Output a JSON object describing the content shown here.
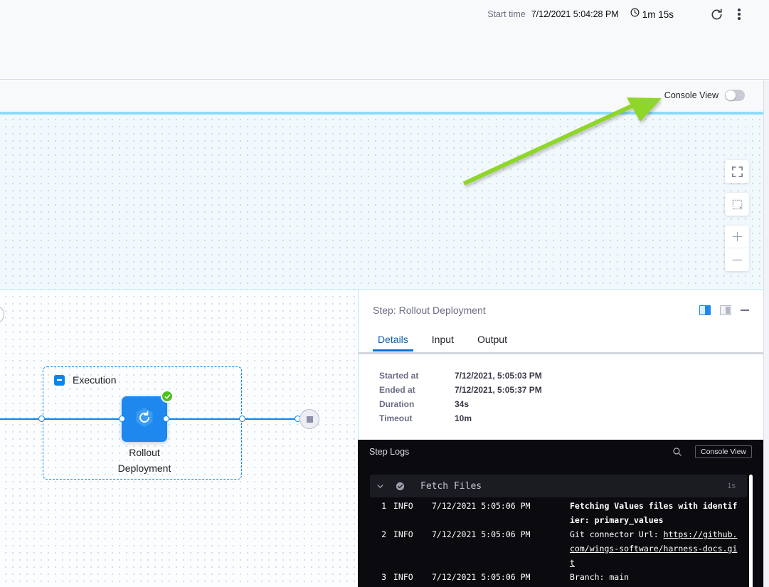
{
  "header": {
    "start_time_label": "Start time",
    "start_time_value": "7/12/2021 5:04:28 PM",
    "duration": "1m 15s",
    "refresh_icon": "refresh-icon",
    "menu_icon": "more-vertical-icon"
  },
  "console_view_bar": {
    "label": "Console View",
    "toggle_state": "off"
  },
  "canvas": {
    "controls": [
      {
        "name": "fit-to-screen-button",
        "icon": "expand-icon"
      },
      {
        "name": "selection-box-button",
        "icon": "marquee-select-icon"
      },
      {
        "name": "zoom-in-button",
        "icon": "plus-icon"
      },
      {
        "name": "zoom-out-button",
        "icon": "minus-icon"
      }
    ],
    "annotation": {
      "type": "arrow",
      "color": "#7ed321",
      "points_to": "Console View"
    }
  },
  "graph": {
    "group": {
      "title": "Execution",
      "collapse_icon": "collapse-minus-icon"
    },
    "step": {
      "label_line1": "Rollout",
      "label_line2": "Deployment",
      "icon": "rollout-deployment-icon",
      "status": "success",
      "status_icon": "check-circle-icon",
      "color": "#1e88ee"
    },
    "end_node": {
      "name": "stop-node",
      "icon": "stop-square-icon"
    }
  },
  "detail_panel": {
    "title": "Step: Rollout Deployment",
    "layout_icons": [
      {
        "name": "split-right-layout-icon",
        "state": "active"
      },
      {
        "name": "split-bottom-layout-icon",
        "state": "inactive"
      }
    ],
    "minimize_icon": "minimize-icon",
    "tabs": [
      {
        "label": "Details",
        "active": true
      },
      {
        "label": "Input",
        "active": false
      },
      {
        "label": "Output",
        "active": false
      }
    ],
    "rows": [
      {
        "key": "Started at",
        "value": "7/12/2021, 5:05:03 PM"
      },
      {
        "key": "Ended at",
        "value": "7/12/2021, 5:05:37 PM"
      },
      {
        "key": "Duration",
        "value": "34s"
      },
      {
        "key": "Timeout",
        "value": "10m"
      }
    ]
  },
  "logs": {
    "title": "Step Logs",
    "search_icon": "search-icon",
    "console_view_button": "Console View",
    "section": {
      "name": "Fetch Files",
      "duration": "1s",
      "status": "success",
      "expanded": true
    },
    "lines": [
      {
        "num": "1",
        "level": "INFO",
        "time": "7/12/2021 5:05:06 PM",
        "message": "Fetching Values files with identifier: primary_values",
        "link": ""
      },
      {
        "num": "2",
        "level": "INFO",
        "time": "7/12/2021 5:05:06 PM",
        "message": "Git connector Url: ",
        "link": "https://github.com/wings-software/harness-docs.git"
      },
      {
        "num": "3",
        "level": "INFO",
        "time": "7/12/2021 5:05:06 PM",
        "message": "Branch: main",
        "link": ""
      }
    ]
  }
}
